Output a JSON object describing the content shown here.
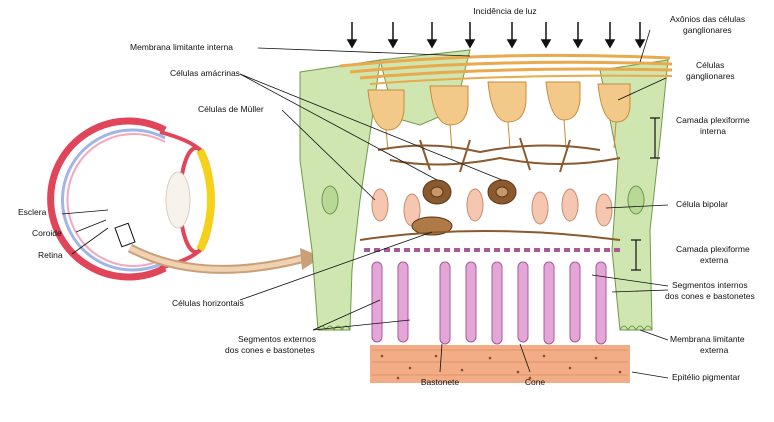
{
  "colors": {
    "muller_green": "#cfe6b0",
    "ganglion_orange": "#f3c98a",
    "axon_orange": "#e9a94c",
    "amacrine_brown": "#8a5a2e",
    "bipolar_peach": "#f6c7b0",
    "photoreceptor_pink": "#e3a6d6",
    "pigment_orange": "#f3ad86",
    "eye_red": "#e0455a",
    "eye_yellow": "#f5d21a"
  },
  "labels": {
    "incidencia": "Incidência de luz",
    "membrana_interna": "Membrana limitante interna",
    "amacrinas": "Células amácrinas",
    "muller": "Células de Müller",
    "esclera": "Esclera",
    "coroide": "Coroide",
    "retina": "Retina",
    "horizontais": "Células horizontais",
    "seg_externos_1": "Segmentos externos",
    "seg_externos_2": "dos cones e bastonetes",
    "bastonete": "Bastonete",
    "cone": "Cone",
    "axonios_1": "Axônios das células",
    "axonios_2": "ganglionares",
    "ganglionares_1": "Células",
    "ganglionares_2": "ganglionares",
    "plexiforme_interna_1": "Camada plexiforme",
    "plexiforme_interna_2": "interna",
    "bipolar": "Célula bipolar",
    "plexiforme_externa_1": "Camada plexiforme",
    "plexiforme_externa_2": "externa",
    "seg_internos_1": "Segmentos internos",
    "seg_internos_2": "dos cones e bastonetes",
    "membrana_externa_1": "Membrana limitante",
    "membrana_externa_2": "externa",
    "epitelio": "Epitélio pigmentar"
  }
}
